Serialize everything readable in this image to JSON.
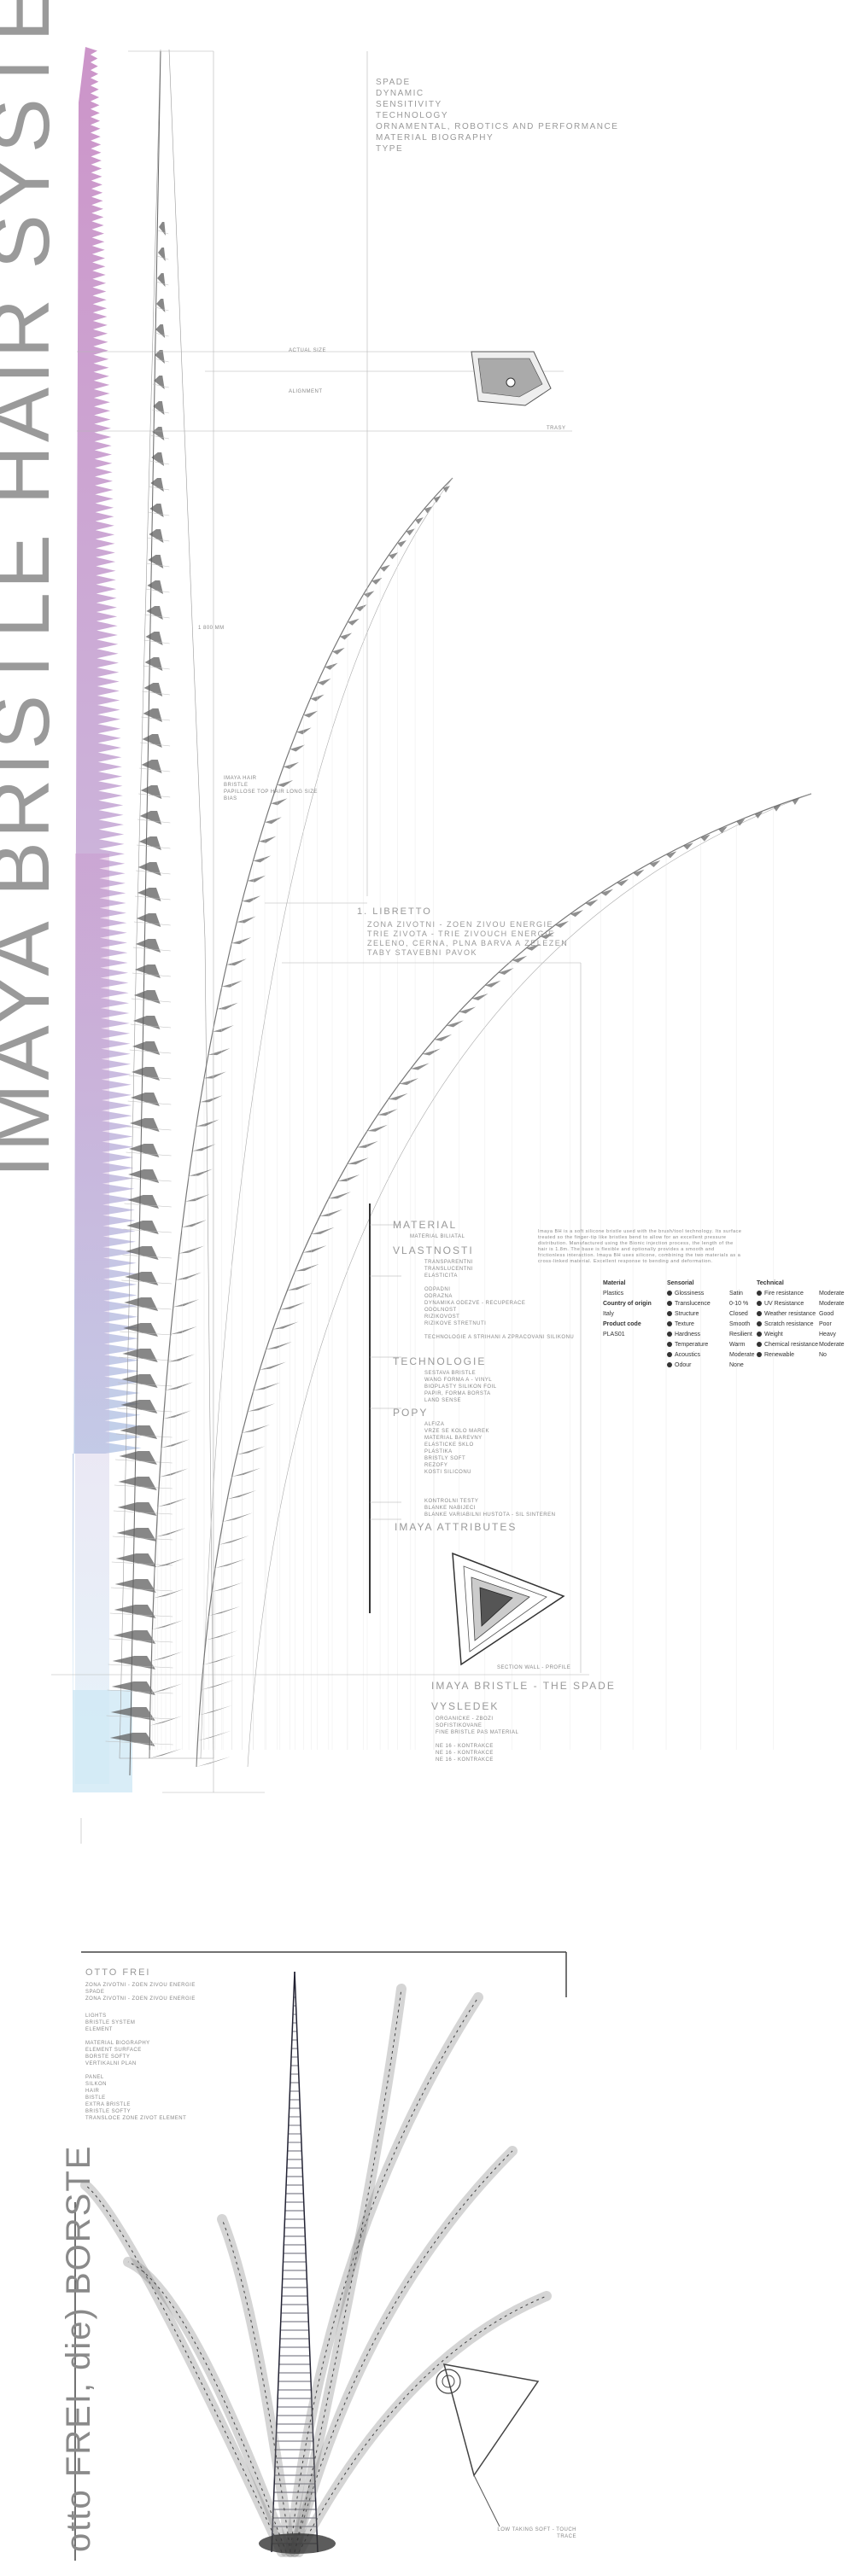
{
  "title": "IMAYA BRISTLE HAIR SYSTEM",
  "top_list": [
    "SPADE",
    "DYNAMIC",
    "SENSITIVITY",
    "TECHNOLOGY",
    "ORNAMENTAL, ROBOTICS AND PERFORMANCE",
    "MATERIAL BIOGRAPHY",
    "TYPE"
  ],
  "small_labels": {
    "label_a": "ACTUAL SIZE",
    "label_b": "ALIGNMENT",
    "label_c": "TRASY",
    "dimension": "1 800 MM",
    "mid_note": [
      "IMAYA HAIR",
      "BRISTLE",
      "PAPILLOSE TOP HAIR LONG SIZE",
      "BIAS"
    ]
  },
  "libretto": {
    "heading": "1. LIBRETTO",
    "lines": [
      "ZONA ZIVOTNI - ZOEN ZIVOU ENERGIE",
      "TRIE ZIVOTA - TRIE ZIVOUCH ENERGIE",
      "ZELENO, CERNA, PLNA BARVA A ZELEZEN",
      "TABY STAVEBNI PAVOK"
    ]
  },
  "sections": {
    "material_label": "MATERIAL",
    "material_sub": "MATERIAL BILIATAL",
    "vlastnosti": "VLASTNOSTI",
    "vlastnosti_lines": [
      "TRANSPARENTNI",
      "TRANSLUCENTNI",
      "ELASTICITA",
      "",
      "ODPADNI",
      "ODRAZNA",
      "DYNAMIKA ODEZVE - RECUPERACE",
      "ODOLNOST",
      "RIZIKOVOST",
      "RIZIKOVE STRETNUTI",
      "",
      "TECHNOLOGIE A STRIHANI A ZPRACOVANI SILIKONU"
    ],
    "technologie": "TECHNOLOGIE",
    "technologie_lines": [
      "SESTAVA BRISTLE",
      "WANG FORMA A - VINYL",
      "BIOPLASTY SILIKON FOIL",
      "PAPIR, FORMA BORSTA",
      "LAND SENSE"
    ],
    "popy": "POPY",
    "popy_lines": [
      "ALFIZA",
      "VRZE SE KOLO MAREK",
      "MATERIAL BAREVNY",
      "ELASTICKE SKLO",
      "PLASTIKA",
      "BRISTLY SOFT",
      "REZOFY",
      "KOSTI SILICONU"
    ],
    "extra_lines": [
      "KONTROLNI TESTY",
      "BLANKE NABIJECI",
      "BLANKE VARIABILNI HUSTOTA - SIL SINTEREN"
    ],
    "attributes": "IMAYA ATTRIBUTES",
    "section_label": "SECTION WALL - PROFILE"
  },
  "spade": {
    "heading": "IMAYA BRISTLE - THE SPADE",
    "sub": "VYSLEDEK",
    "lines": [
      "ORGANICKE - ZBOZI",
      "SOFISTIKOVANE",
      "FINE BRISTLE PAS MATERIAL",
      "",
      "NE 16 - KONTRAKCE",
      "NE 16 - KONTRAKCE",
      "NE 16 - KONTRAKCE"
    ]
  },
  "description": "Imaya BH is a soft silicone bristle used with the brush/tool technology. Its surface treated so the finger-tip like bristles bend to allow for an excellent pressure distribution. Manufactured using the Bionic injection process, the length of the hair is 1.8m. The base is flexible and optionally provides a smooth and frictionless interaction. Imaya BH uses silicone, combining the two materials as a cross-linked material. Excellent response to bending and deformation.",
  "table": {
    "material": {
      "header": "Material",
      "value": "Plastics",
      "origin_label": "Country of origin",
      "origin": "Italy",
      "code_label": "Product code",
      "code": "PLAS01"
    },
    "sensorial": {
      "header": "Sensorial",
      "rows": [
        [
          "Glossiness",
          "Satin"
        ],
        [
          "Translucence",
          "0-10 %"
        ],
        [
          "Structure",
          "Closed"
        ],
        [
          "Texture",
          "Smooth"
        ],
        [
          "Hardness",
          "Resilient"
        ],
        [
          "Temperature",
          "Warm"
        ],
        [
          "Acoustics",
          "Moderate"
        ],
        [
          "Odour",
          "None"
        ]
      ]
    },
    "technical": {
      "header": "Technical",
      "rows": [
        [
          "Fire resistance",
          "Moderate"
        ],
        [
          "UV Resistance",
          "Moderate"
        ],
        [
          "Weather resistance",
          "Good"
        ],
        [
          "Scratch resistance",
          "Poor"
        ],
        [
          "Weight",
          "Heavy"
        ],
        [
          "Chemical resistance",
          "Moderate"
        ],
        [
          "Renewable",
          "No"
        ]
      ]
    }
  },
  "otto": {
    "title": "OTTO FREI",
    "lines": [
      "ZONA ZIVOTNI - ZOEN ZIVOU ENERGIE",
      "SPADE",
      "ZONA ZIVOTNI - ZOEN ZIVOU ENERGIE"
    ],
    "list": [
      "LIGHTS",
      "BRISTLE SYSTEM",
      "ELEMENT",
      "",
      "MATERIAL BIOGRAPHY",
      "ELEMENT SURFACE",
      "BORSTE SOFTY",
      "VERTIKALNI PLAN",
      "",
      "PANEL",
      "SILKON",
      "HAIR",
      "BISTLE",
      "EXTRA BRISTLE",
      "BRISTLE SOFTY",
      "TRANSLOCE ZONE ZIVOT ELEMENT"
    ],
    "vertical": "otto FREI, die) BORSTE",
    "caption": [
      "LOW TAKING SOFT - TOUCH",
      "TRACE"
    ]
  },
  "colors": {
    "gradient_top": "#c98fc6",
    "gradient_bottom": "#b7e0f2",
    "bristle": "#5f5f5f"
  }
}
